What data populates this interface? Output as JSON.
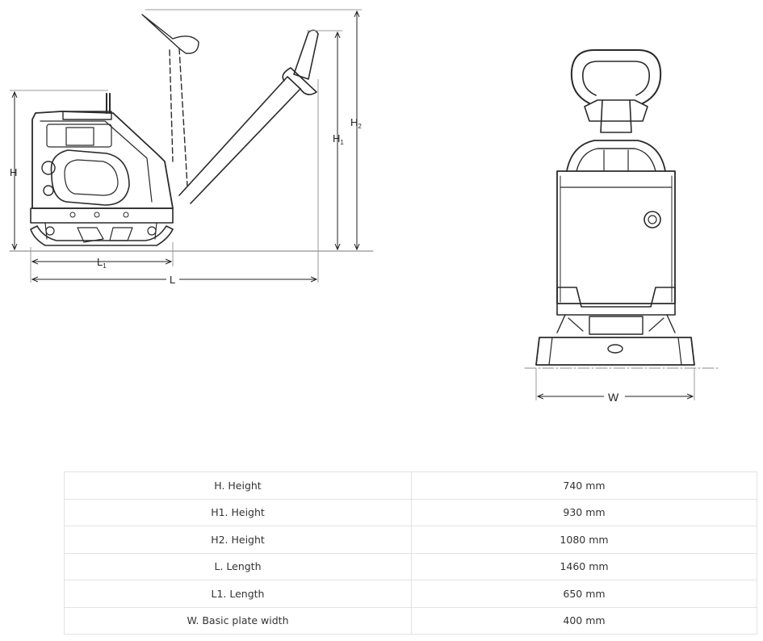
{
  "diagram": {
    "side_view": {
      "dimension_labels": {
        "h": "H",
        "h1_main": "H",
        "h1_sub": "1",
        "h2_main": "H",
        "h2_sub": "2",
        "l": "L",
        "l1_main": "L",
        "l1_sub": "1"
      }
    },
    "front_view": {
      "dimension_labels": {
        "w": "W"
      }
    }
  },
  "specs": {
    "rows": [
      {
        "label": "H. Height",
        "value": "740 mm"
      },
      {
        "label": "H1. Height",
        "value": "930 mm"
      },
      {
        "label": "H2. Height",
        "value": "1080 mm"
      },
      {
        "label": "L. Length",
        "value": "1460 mm"
      },
      {
        "label": "L1. Length",
        "value": "650 mm"
      },
      {
        "label": "W. Basic plate width",
        "value": "400 mm"
      }
    ]
  }
}
